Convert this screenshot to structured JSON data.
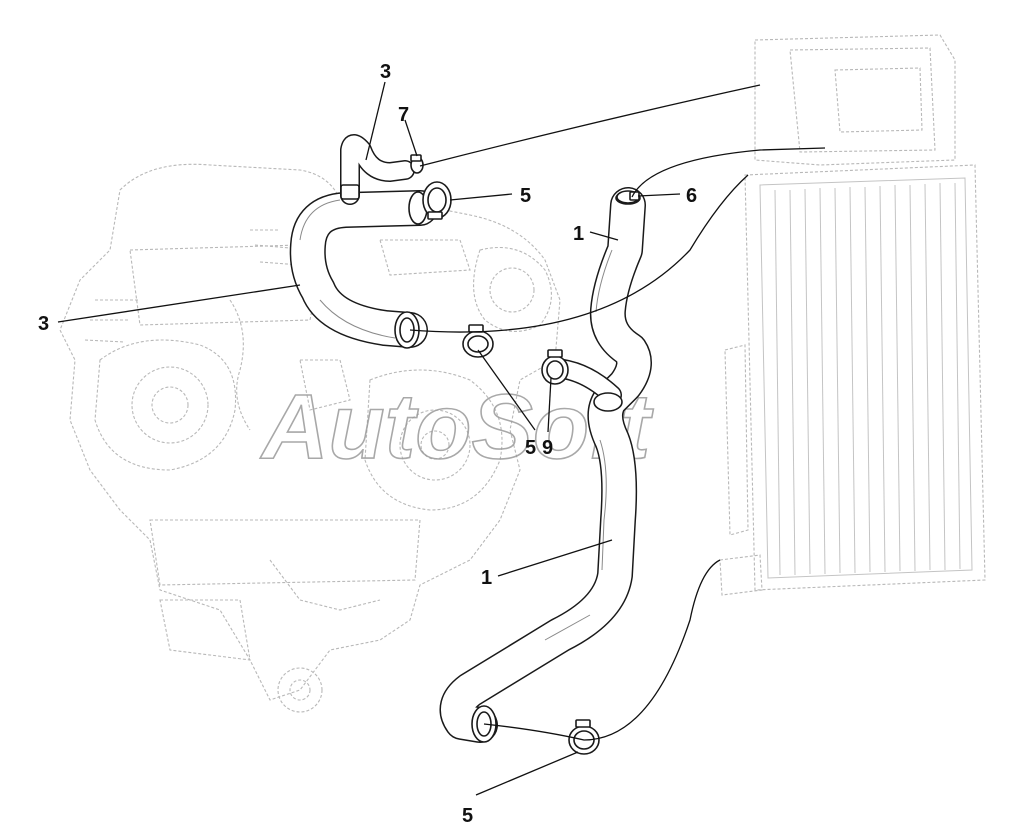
{
  "watermark": "AutoSoft",
  "callouts": {
    "c1_upper": "1",
    "c1_lower": "1",
    "c3_top": "3",
    "c3_left": "3",
    "c5_top": "5",
    "c5_middle": "5",
    "c5_bottom": "5",
    "c6": "6",
    "c7": "7",
    "c9": "9"
  }
}
